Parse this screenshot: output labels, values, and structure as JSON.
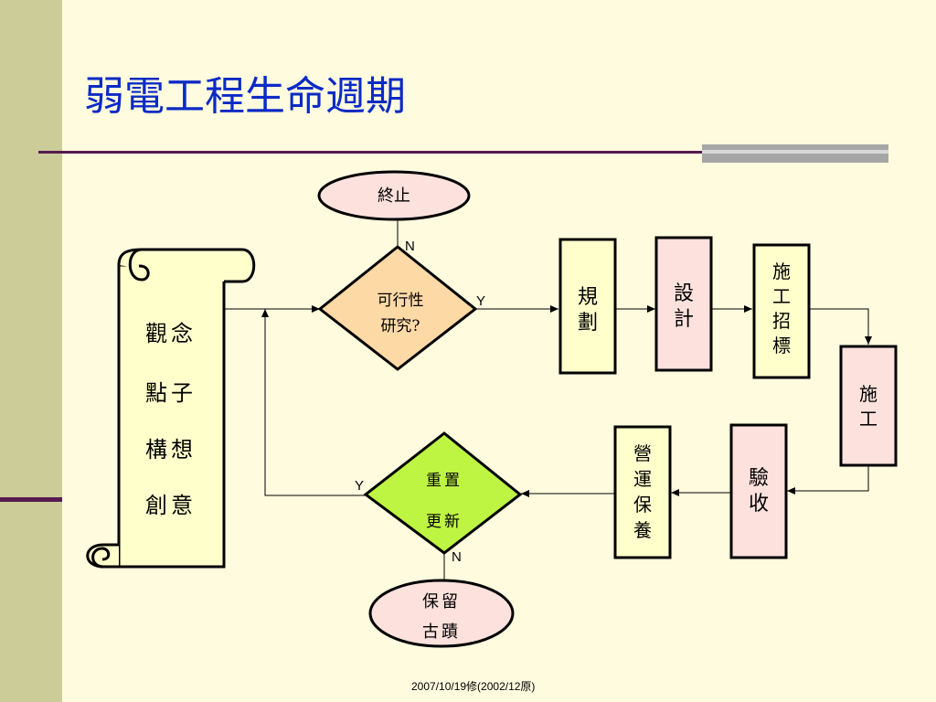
{
  "title": "弱電工程生命週期",
  "footer": "2007/10/19修(2002/12原)",
  "diagram": {
    "terminate": "終止",
    "feasibility": [
      "可行性",
      "研究?"
    ],
    "idea": [
      "觀念",
      "點子",
      "構想",
      "創意"
    ],
    "planning": [
      "規",
      "劃"
    ],
    "design": [
      "設",
      "計"
    ],
    "tender": [
      "施",
      "工",
      "招",
      "標"
    ],
    "construction": [
      "施",
      "工"
    ],
    "acceptance": [
      "驗",
      "收"
    ],
    "operation": [
      "營",
      "運",
      "保",
      "養"
    ],
    "renew": [
      "重置",
      "更新"
    ],
    "preserve": [
      "保留",
      "古蹟"
    ],
    "yes_label": "Y",
    "no_label": "N"
  },
  "colors": {
    "title": "#0B2AC6",
    "background": "#FFFBDF",
    "pink_fill": "#FDE1DC",
    "orange_fill": "#FDD9A6",
    "green_fill": "#BEF542",
    "scroll_fill": "#FFFFCC"
  }
}
